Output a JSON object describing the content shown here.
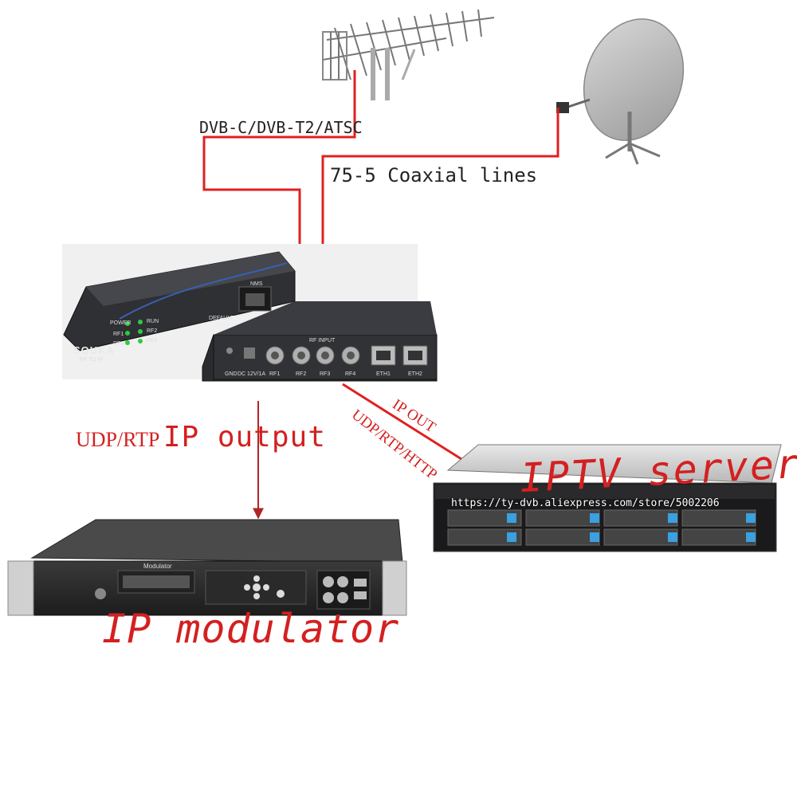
{
  "labels": {
    "dvb_standards": "DVB-C/DVB-T2/ATSC",
    "coaxial_lines": "75-5 Coaxial lines",
    "udp_rtp": "UDP/RTP",
    "ip_output": "IP output",
    "ip_out": "IP OUT",
    "udp_rtp_http": "UDP/RTP/HTTP",
    "iptv_server": "IPTV server",
    "ip_modulator": "IP modulator",
    "watermark_url": "https://ty-dvb.aliexpress.com/store/5002206"
  },
  "device_panel": {
    "brand": "SOUKA",
    "subtitle": "RF TO IP",
    "nms": "NMS",
    "default": "DEFAULT",
    "power": "POWER",
    "run": "RUN",
    "rf_leds": [
      "RF1",
      "RF2",
      "RF3",
      "RF4"
    ],
    "rf_input_title": "RF INPUT",
    "gnd": "GND",
    "dc": "DC 12V/1A",
    "ports": [
      "RF1",
      "RF2",
      "RF3",
      "RF4",
      "ETH1",
      "ETH2"
    ]
  },
  "modulator_panel": {
    "title": "Modulator"
  },
  "colors": {
    "arrow_red": "#e02020",
    "text_red": "#d42020",
    "device_dark": "#2a2c30"
  }
}
